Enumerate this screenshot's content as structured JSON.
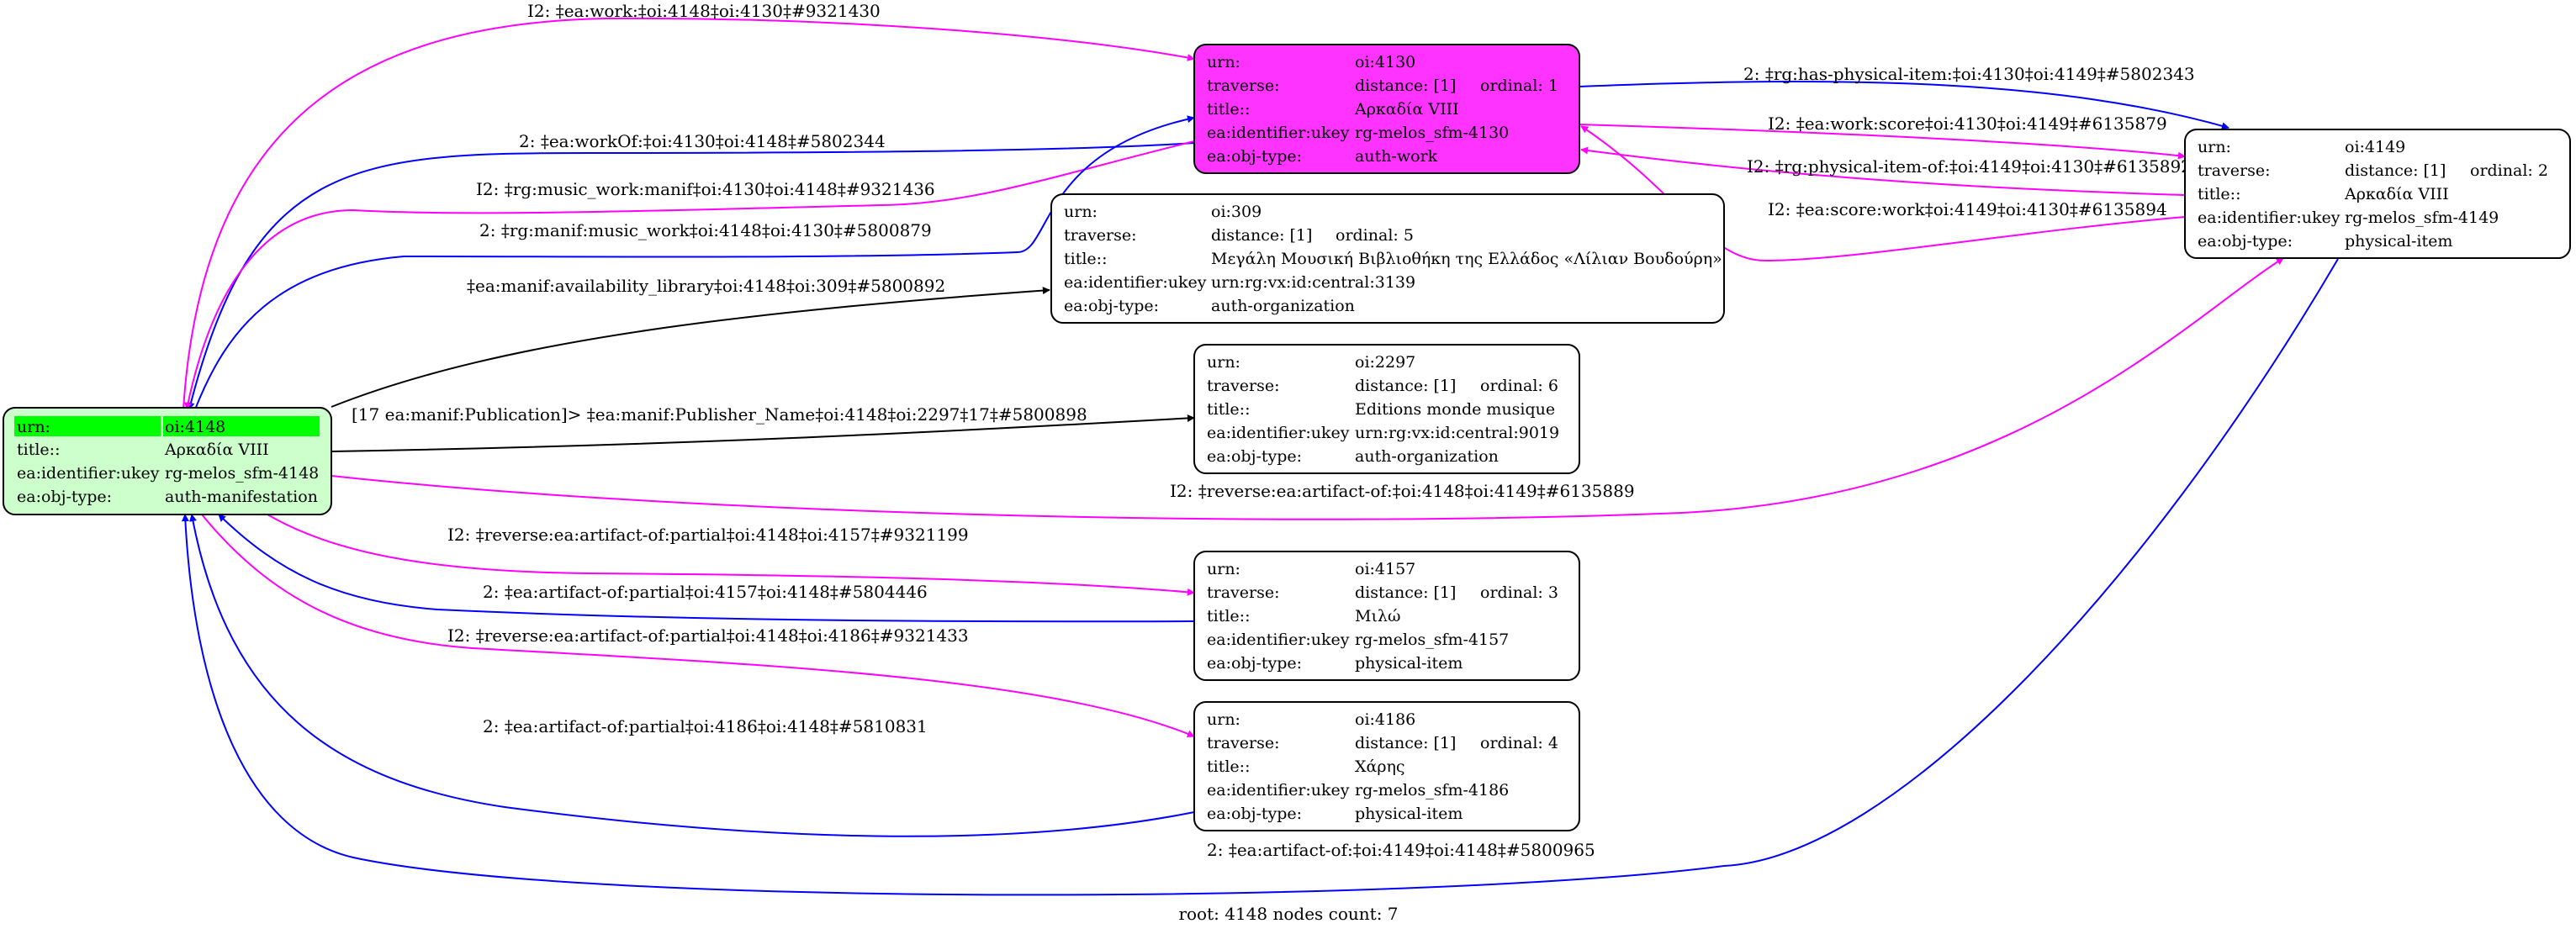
{
  "colors": {
    "root_fill": "#ccffcc",
    "root_highlight": "#00ff00",
    "work_fill": "#ff33ff",
    "node_fill": "#ffffff",
    "edge_magenta": "#ff00ff",
    "edge_blue": "#0000ff",
    "edge_black": "#000000"
  },
  "nodes": [
    {
      "id": "n4148",
      "rows": [
        {
          "k": "urn:",
          "v": "oi:4148"
        },
        {
          "k": "title::",
          "v": "Αρκαδία VIII"
        },
        {
          "k": "ea:identifier:ukey",
          "v": "rg-melos_sfm-4148"
        },
        {
          "k": "ea:obj-type:",
          "v": "auth-manifestation"
        }
      ]
    },
    {
      "id": "n4130",
      "rows": [
        {
          "k": "urn:",
          "v": "oi:4130"
        },
        {
          "k": "traverse:",
          "v": "distance: [1]",
          "v2": "ordinal: 1"
        },
        {
          "k": "title::",
          "v": "Αρκαδία VIII"
        },
        {
          "k": "ea:identifier:ukey",
          "v": "rg-melos_sfm-4130"
        },
        {
          "k": "ea:obj-type:",
          "v": "auth-work"
        }
      ]
    },
    {
      "id": "n309",
      "rows": [
        {
          "k": "urn:",
          "v": "oi:309"
        },
        {
          "k": "traverse:",
          "v": "distance: [1]",
          "v2": "ordinal: 5"
        },
        {
          "k": "title::",
          "v": "Μεγάλη Μουσική Βιβλιοθήκη της Ελλάδος «Λίλιαν Βουδούρη»"
        },
        {
          "k": "ea:identifier:ukey",
          "v": "urn:rg:vx:id:central:3139"
        },
        {
          "k": "ea:obj-type:",
          "v": "auth-organization"
        }
      ]
    },
    {
      "id": "n2297",
      "rows": [
        {
          "k": "urn:",
          "v": "oi:2297"
        },
        {
          "k": "traverse:",
          "v": "distance: [1]",
          "v2": "ordinal: 6"
        },
        {
          "k": "title::",
          "v": "Editions monde musique"
        },
        {
          "k": "ea:identifier:ukey",
          "v": "urn:rg:vx:id:central:9019"
        },
        {
          "k": "ea:obj-type:",
          "v": "auth-organization"
        }
      ]
    },
    {
      "id": "n4157",
      "rows": [
        {
          "k": "urn:",
          "v": "oi:4157"
        },
        {
          "k": "traverse:",
          "v": "distance: [1]",
          "v2": "ordinal: 3"
        },
        {
          "k": "title::",
          "v": "Μιλώ"
        },
        {
          "k": "ea:identifier:ukey",
          "v": "rg-melos_sfm-4157"
        },
        {
          "k": "ea:obj-type:",
          "v": "physical-item"
        }
      ]
    },
    {
      "id": "n4186",
      "rows": [
        {
          "k": "urn:",
          "v": "oi:4186"
        },
        {
          "k": "traverse:",
          "v": "distance: [1]",
          "v2": "ordinal: 4"
        },
        {
          "k": "title::",
          "v": "Χάρης"
        },
        {
          "k": "ea:identifier:ukey",
          "v": "rg-melos_sfm-4186"
        },
        {
          "k": "ea:obj-type:",
          "v": "physical-item"
        }
      ]
    },
    {
      "id": "n4149",
      "rows": [
        {
          "k": "urn:",
          "v": "oi:4149"
        },
        {
          "k": "traverse:",
          "v": "distance: [1]",
          "v2": "ordinal: 2"
        },
        {
          "k": "title::",
          "v": "Αρκαδία VIII"
        },
        {
          "k": "ea:identifier:ukey",
          "v": "rg-melos_sfm-4149"
        },
        {
          "k": "ea:obj-type:",
          "v": "physical-item"
        }
      ]
    }
  ],
  "edge_labels": [
    "I2: ‡ea:work:‡oi:4148‡oi:4130‡#9321430",
    "2: ‡ea:workOf:‡oi:4130‡oi:4148‡#5802344",
    "I2: ‡rg:music_work:manif‡oi:4130‡oi:4148‡#9321436",
    "2: ‡rg:manif:music_work‡oi:4148‡oi:4130‡#5800879",
    "‡ea:manif:availability_library‡oi:4148‡oi:309‡#5800892",
    "[17 ea:manif:Publication]> ‡ea:manif:Publisher_Name‡oi:4148‡oi:2297‡17‡#5800898",
    "I2: ‡reverse:ea:artifact-of:‡oi:4148‡oi:4149‡#6135889",
    "I2: ‡reverse:ea:artifact-of:partial‡oi:4148‡oi:4157‡#9321199",
    "2: ‡ea:artifact-of:partial‡oi:4157‡oi:4148‡#5804446",
    "I2: ‡reverse:ea:artifact-of:partial‡oi:4148‡oi:4186‡#9321433",
    "2: ‡ea:artifact-of:partial‡oi:4186‡oi:4148‡#5810831",
    "2: ‡ea:artifact-of:‡oi:4149‡oi:4148‡#5800965",
    "2: ‡rg:has-physical-item:‡oi:4130‡oi:4149‡#5802343",
    "I2: ‡ea:work:score‡oi:4130‡oi:4149‡#6135879",
    "I2: ‡rg:physical-item-of:‡oi:4149‡oi:4130‡#6135892",
    "I2: ‡ea:score:work‡oi:4149‡oi:4130‡#6135894"
  ],
  "footer": "root: 4148 nodes count: 7"
}
